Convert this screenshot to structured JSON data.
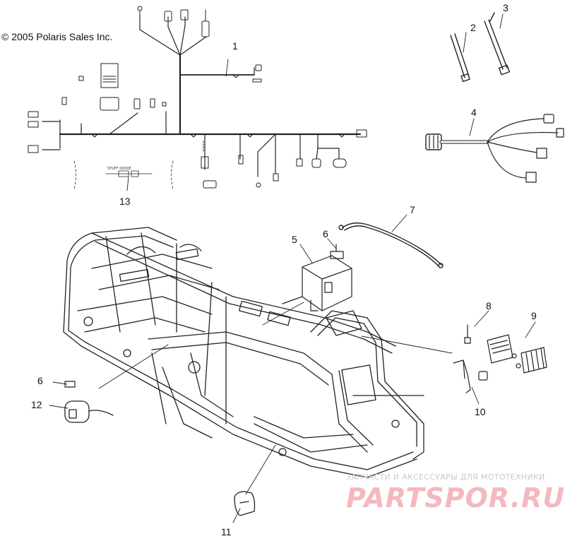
{
  "copyright": "© 2005 Polaris Sales Inc.",
  "diode_label": "STUFF DIODE",
  "callouts": [
    {
      "id": "callout-1",
      "text": "1"
    },
    {
      "id": "callout-2",
      "text": "2"
    },
    {
      "id": "callout-3",
      "text": "3"
    },
    {
      "id": "callout-4",
      "text": "4"
    },
    {
      "id": "callout-5",
      "text": "5"
    },
    {
      "id": "callout-6a",
      "text": "6"
    },
    {
      "id": "callout-6b",
      "text": "6"
    },
    {
      "id": "callout-7",
      "text": "7"
    },
    {
      "id": "callout-8",
      "text": "8"
    },
    {
      "id": "callout-9",
      "text": "9"
    },
    {
      "id": "callout-10",
      "text": "10"
    },
    {
      "id": "callout-11",
      "text": "11"
    },
    {
      "id": "callout-12",
      "text": "12"
    },
    {
      "id": "callout-13",
      "text": "13"
    }
  ],
  "watermark": {
    "subtitle": "ЗАПЧАСТИ И АКСЕССУАРЫ ДЛЯ МОТОТЕХНИКИ",
    "brand": "PARTSPOR.RU",
    "color": "#f4b8bf"
  }
}
